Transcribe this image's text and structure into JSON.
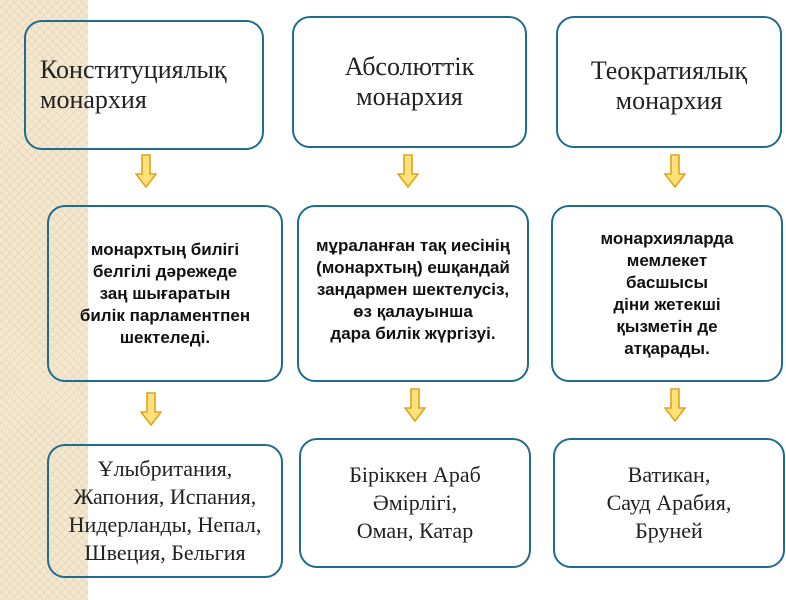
{
  "columns": [
    {
      "title_lines": [
        "Конституциялық",
        "монархия"
      ],
      "description_lines": [
        "монархтың билігі",
        "белгілі дәрежеде",
        "заң шығаратын",
        "билік  парламентпен",
        "шектеледі."
      ],
      "example_lines": [
        "Ұлыбритания,",
        "Жапония, Испания,",
        "Нидерланды, Непал,",
        "Швеция, Бельгия"
      ]
    },
    {
      "title_lines": [
        "Абсолюттік",
        "монархия"
      ],
      "description_lines": [
        "мұраланған тақ иесінің",
        "(монархтың) ешқандай",
        "зандармен шектелусіз,",
        "өз қалауынша",
        "дара билік жүргізуі."
      ],
      "example_lines": [
        "Біріккен Араб",
        "Әмірлігі,",
        "Оман, Катар"
      ]
    },
    {
      "title_lines": [
        "Теократиялық",
        "монархия"
      ],
      "description_lines": [
        "монархияларда",
        "мемлекет",
        "басшысы",
        "діни жетекші",
        "қызметін де",
        "атқарады."
      ],
      "example_lines": [
        "Ватикан,",
        "Сауд  Арабия,",
        "Бруней"
      ]
    }
  ],
  "colors": {
    "box_border": "#1f6c8e",
    "arrow_fill": "#ffe27a",
    "arrow_stroke": "#e3a21a",
    "stripe": "#f3e7cf"
  },
  "icons": [
    "arrow-down-icon"
  ]
}
